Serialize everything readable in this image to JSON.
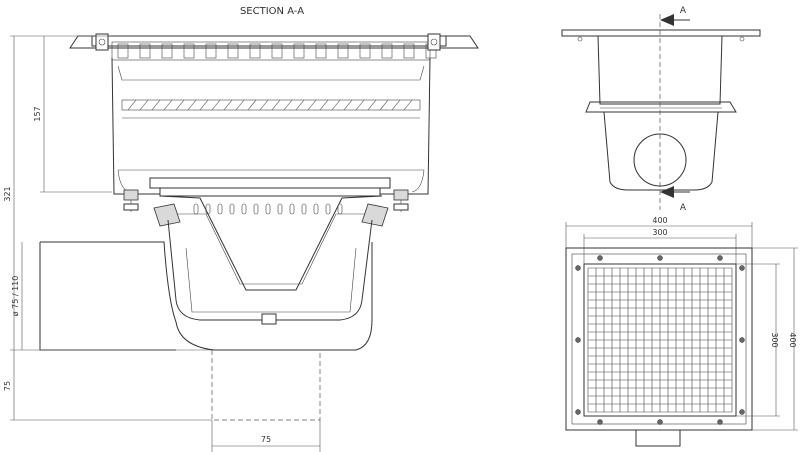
{
  "section": {
    "title": "SECTION A-A",
    "dim_grate_height": "157",
    "dim_total_height": "321",
    "dim_side_outlet": "ø 75 / 110",
    "dim_bottom_height": "75",
    "dim_bottom_width": "75"
  },
  "side_view": {
    "cut_label_top": "A",
    "cut_label_bottom": "A"
  },
  "plan_view": {
    "dim_outer_width": "400",
    "dim_inner_width": "300",
    "dim_inner_height": "300",
    "dim_outer_height": "400"
  }
}
